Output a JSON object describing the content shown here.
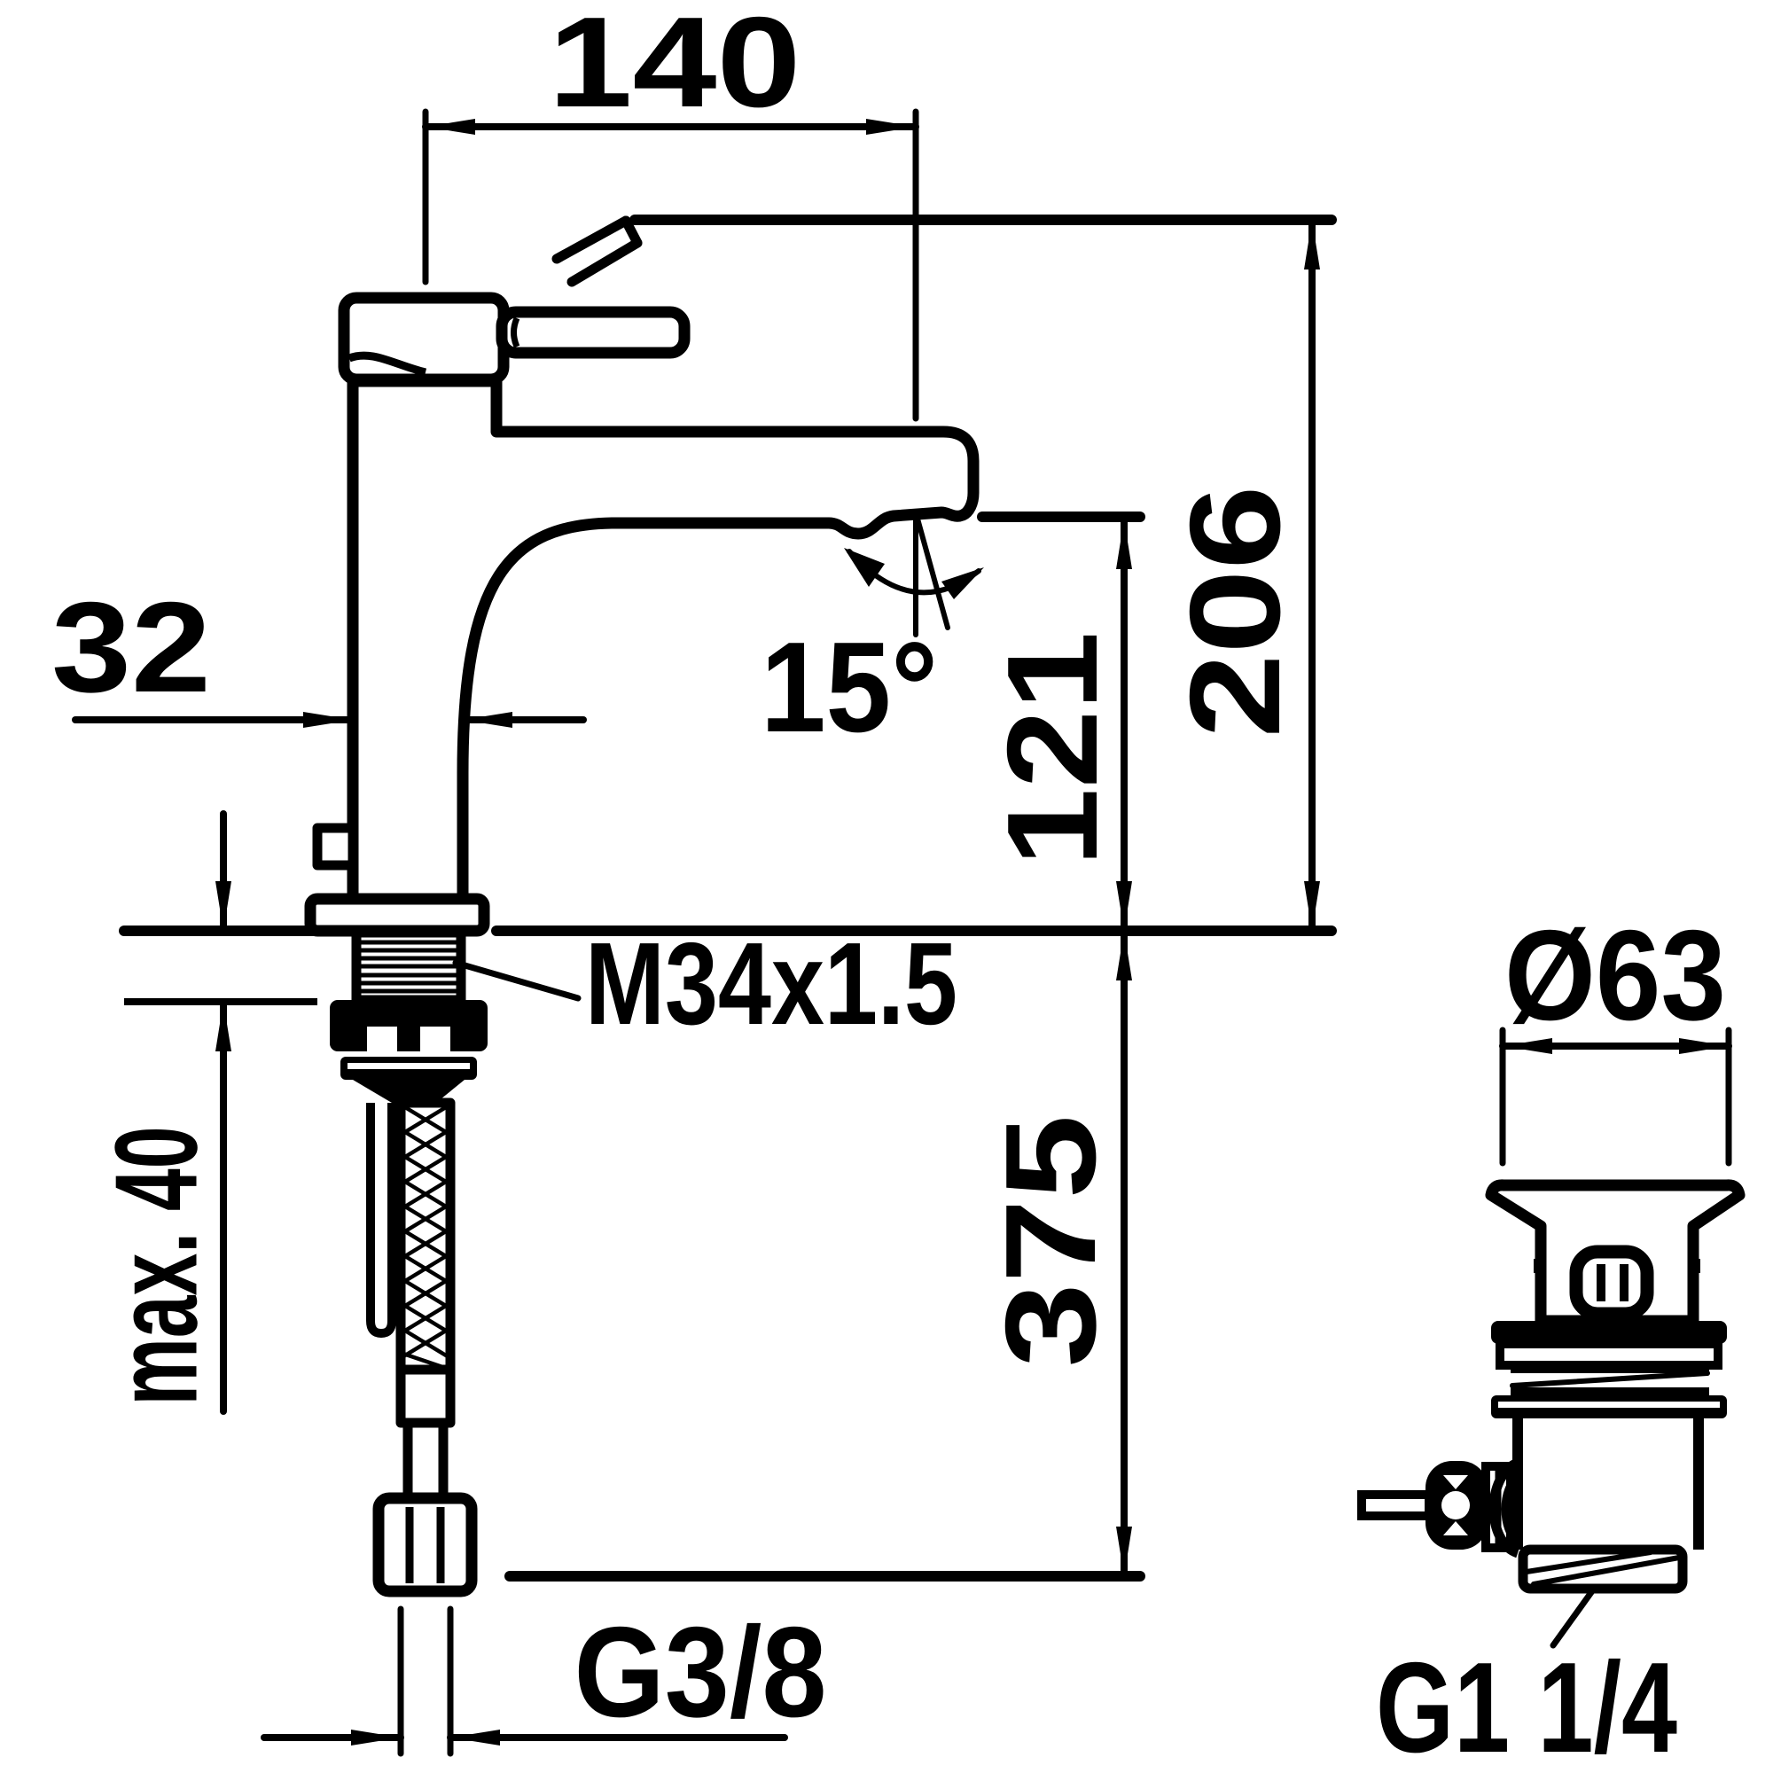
{
  "drawing": {
    "type": "technical-dimension-drawing",
    "subject": "single-lever basin mixer tap with pop-up waste valve",
    "colors": {
      "line": "#000000",
      "background": "#ffffff"
    },
    "labels": {
      "spout_reach": "140",
      "total_height": "206",
      "spout_height": "121",
      "spout_angle": "15°",
      "body_diameter": "32",
      "deck_thickness": "max. 40",
      "shank_thread": "M34x1.5",
      "hose_length": "375",
      "hose_connection": "G3/8",
      "waste_flange_diameter": "Ø63",
      "waste_thread": "G1 1/4"
    }
  }
}
